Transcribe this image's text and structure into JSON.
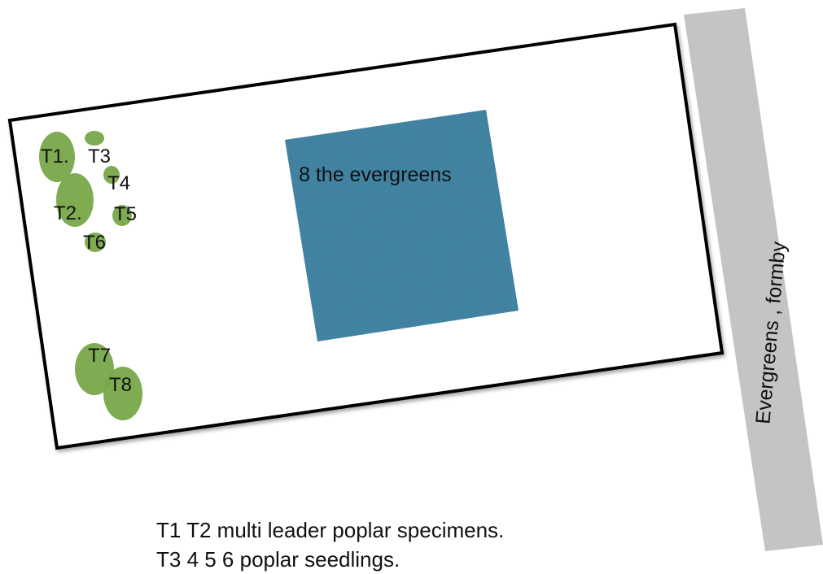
{
  "road": {
    "label": "Evergreens , formby",
    "color": "#c4c4c4"
  },
  "house": {
    "label": "8 the evergreens",
    "color": "#4a8fb0"
  },
  "boundary": {
    "stroke": "#000000"
  },
  "tree_color": "#78a84a",
  "trees": [
    {
      "id": "T1",
      "label": "T1."
    },
    {
      "id": "T2",
      "label": "T2."
    },
    {
      "id": "T3",
      "label": "T3"
    },
    {
      "id": "T4",
      "label": "T4"
    },
    {
      "id": "T5",
      "label": "T5"
    },
    {
      "id": "T6",
      "label": "T6"
    },
    {
      "id": "T7",
      "label": "T7"
    },
    {
      "id": "T8",
      "label": "T8"
    }
  ],
  "notes": [
    "T1 T2 multi leader poplar specimens.",
    "T3 4 5 6 poplar seedlings."
  ]
}
